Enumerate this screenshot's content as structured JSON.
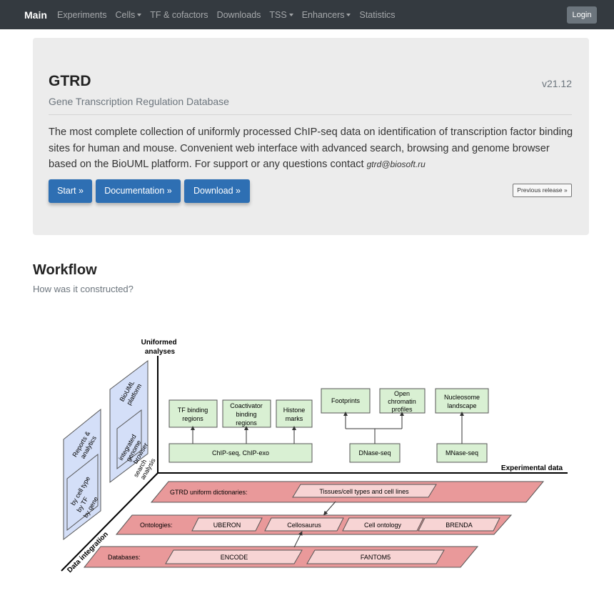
{
  "nav": {
    "brand": "Main",
    "items": [
      {
        "label": "Experiments",
        "dropdown": false
      },
      {
        "label": "Cells",
        "dropdown": true
      },
      {
        "label": "TF & cofactors",
        "dropdown": false
      },
      {
        "label": "Downloads",
        "dropdown": false
      },
      {
        "label": "TSS",
        "dropdown": true
      },
      {
        "label": "Enhancers",
        "dropdown": true
      },
      {
        "label": "Statistics",
        "dropdown": false
      }
    ],
    "login_label": "Login"
  },
  "jumbotron": {
    "title": "GTRD",
    "version": "v21.12",
    "subtitle": "Gene Transcription Regulation Database",
    "description": "The most complete collection of uniformly processed ChIP-seq data on identification of transcription factor binding sites for human and mouse. Convenient web interface with advanced search, browsing and genome browser based on the BioUML platform. For support or any questions contact",
    "email": "gtrd@biosoft.ru",
    "start_label": "Start »",
    "docs_label": "Documentation »",
    "download_label": "Download »",
    "previous_release_label": "Previous release »"
  },
  "workflow": {
    "title": "Workflow",
    "subtitle": "How was it constructed?"
  },
  "diagram": {
    "axis_uniformed": [
      "Uniformed",
      "analyses"
    ],
    "axis_experimental": "Experimental data",
    "axis_integration": "Data integration",
    "tf_binding": [
      "TF binding",
      "regions"
    ],
    "coactivator": [
      "Coactivator",
      "binding",
      "regions"
    ],
    "histone": [
      "Histone",
      "marks"
    ],
    "footprints": "Footprints",
    "open_chromatin": [
      "Open",
      "chromatin",
      "profiles"
    ],
    "nucleosome": [
      "Nucleosome",
      "landscape"
    ],
    "chipseq": "ChIP-seq, ChIP-exo",
    "dnaseseq": "DNase-seq",
    "mnaseseq": "MNase-seq",
    "bioUML": [
      "BioUML",
      "platform"
    ],
    "bioUML_items": [
      "integrated",
      "genome",
      "browser",
      "search",
      "analysis"
    ],
    "reports": [
      "Reports &",
      "analytics"
    ],
    "reports_items": [
      "by cell type",
      "by TF",
      "by gene"
    ],
    "dict_label": "GTRD uniform dictionaries:",
    "dict_item": "Tissues/cell types and cell lines",
    "ontologies_label": "Ontologies:",
    "ontologies": [
      "UBERON",
      "Cellosaurus",
      "Cell ontology",
      "BRENDA"
    ],
    "databases_label": "Databases:",
    "databases": [
      "ENCODE",
      "FANTOM5"
    ],
    "colors": {
      "green": "#d9f0d3",
      "blue": "#d4dff8",
      "red": "#e9999a",
      "pink": "#f7d4d4"
    }
  }
}
